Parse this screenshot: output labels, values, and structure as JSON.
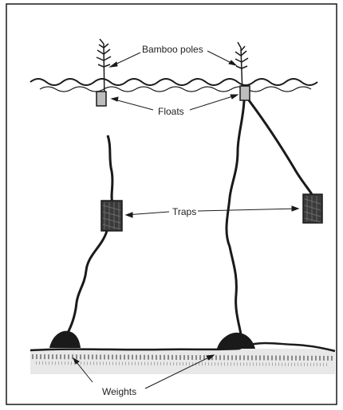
{
  "diagram": {
    "labels": {
      "bamboo_poles": "Bamboo poles",
      "floats": "Floats",
      "traps": "Traps",
      "weights": "Weights"
    },
    "colors": {
      "ink": "#1a1a1a",
      "trap_fill": "#3a3a3a",
      "float_fill": "#bdbdbd",
      "seabed": "#9a9a9a"
    }
  }
}
